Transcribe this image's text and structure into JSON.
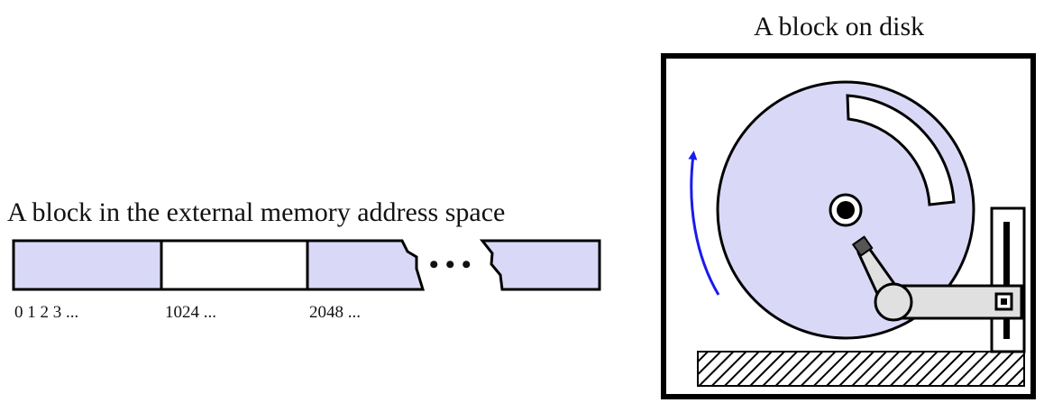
{
  "diagram": {
    "memory_block": {
      "title": "A block in the external memory address space",
      "address_labels": [
        "0 1 2 3 ...",
        "1024 ...",
        "2048 ..."
      ],
      "continuation_symbol": "• • •",
      "segment_fills": [
        "#d9d9f7",
        "#ffffff",
        "#d9d9f7",
        "#d9d9f7"
      ]
    },
    "disk_block": {
      "title": "A block on disk",
      "platter_color": "#d9d9f7",
      "rotation_arrow_color": "#1a1aee",
      "arm_color": "#e0e0e0"
    }
  }
}
